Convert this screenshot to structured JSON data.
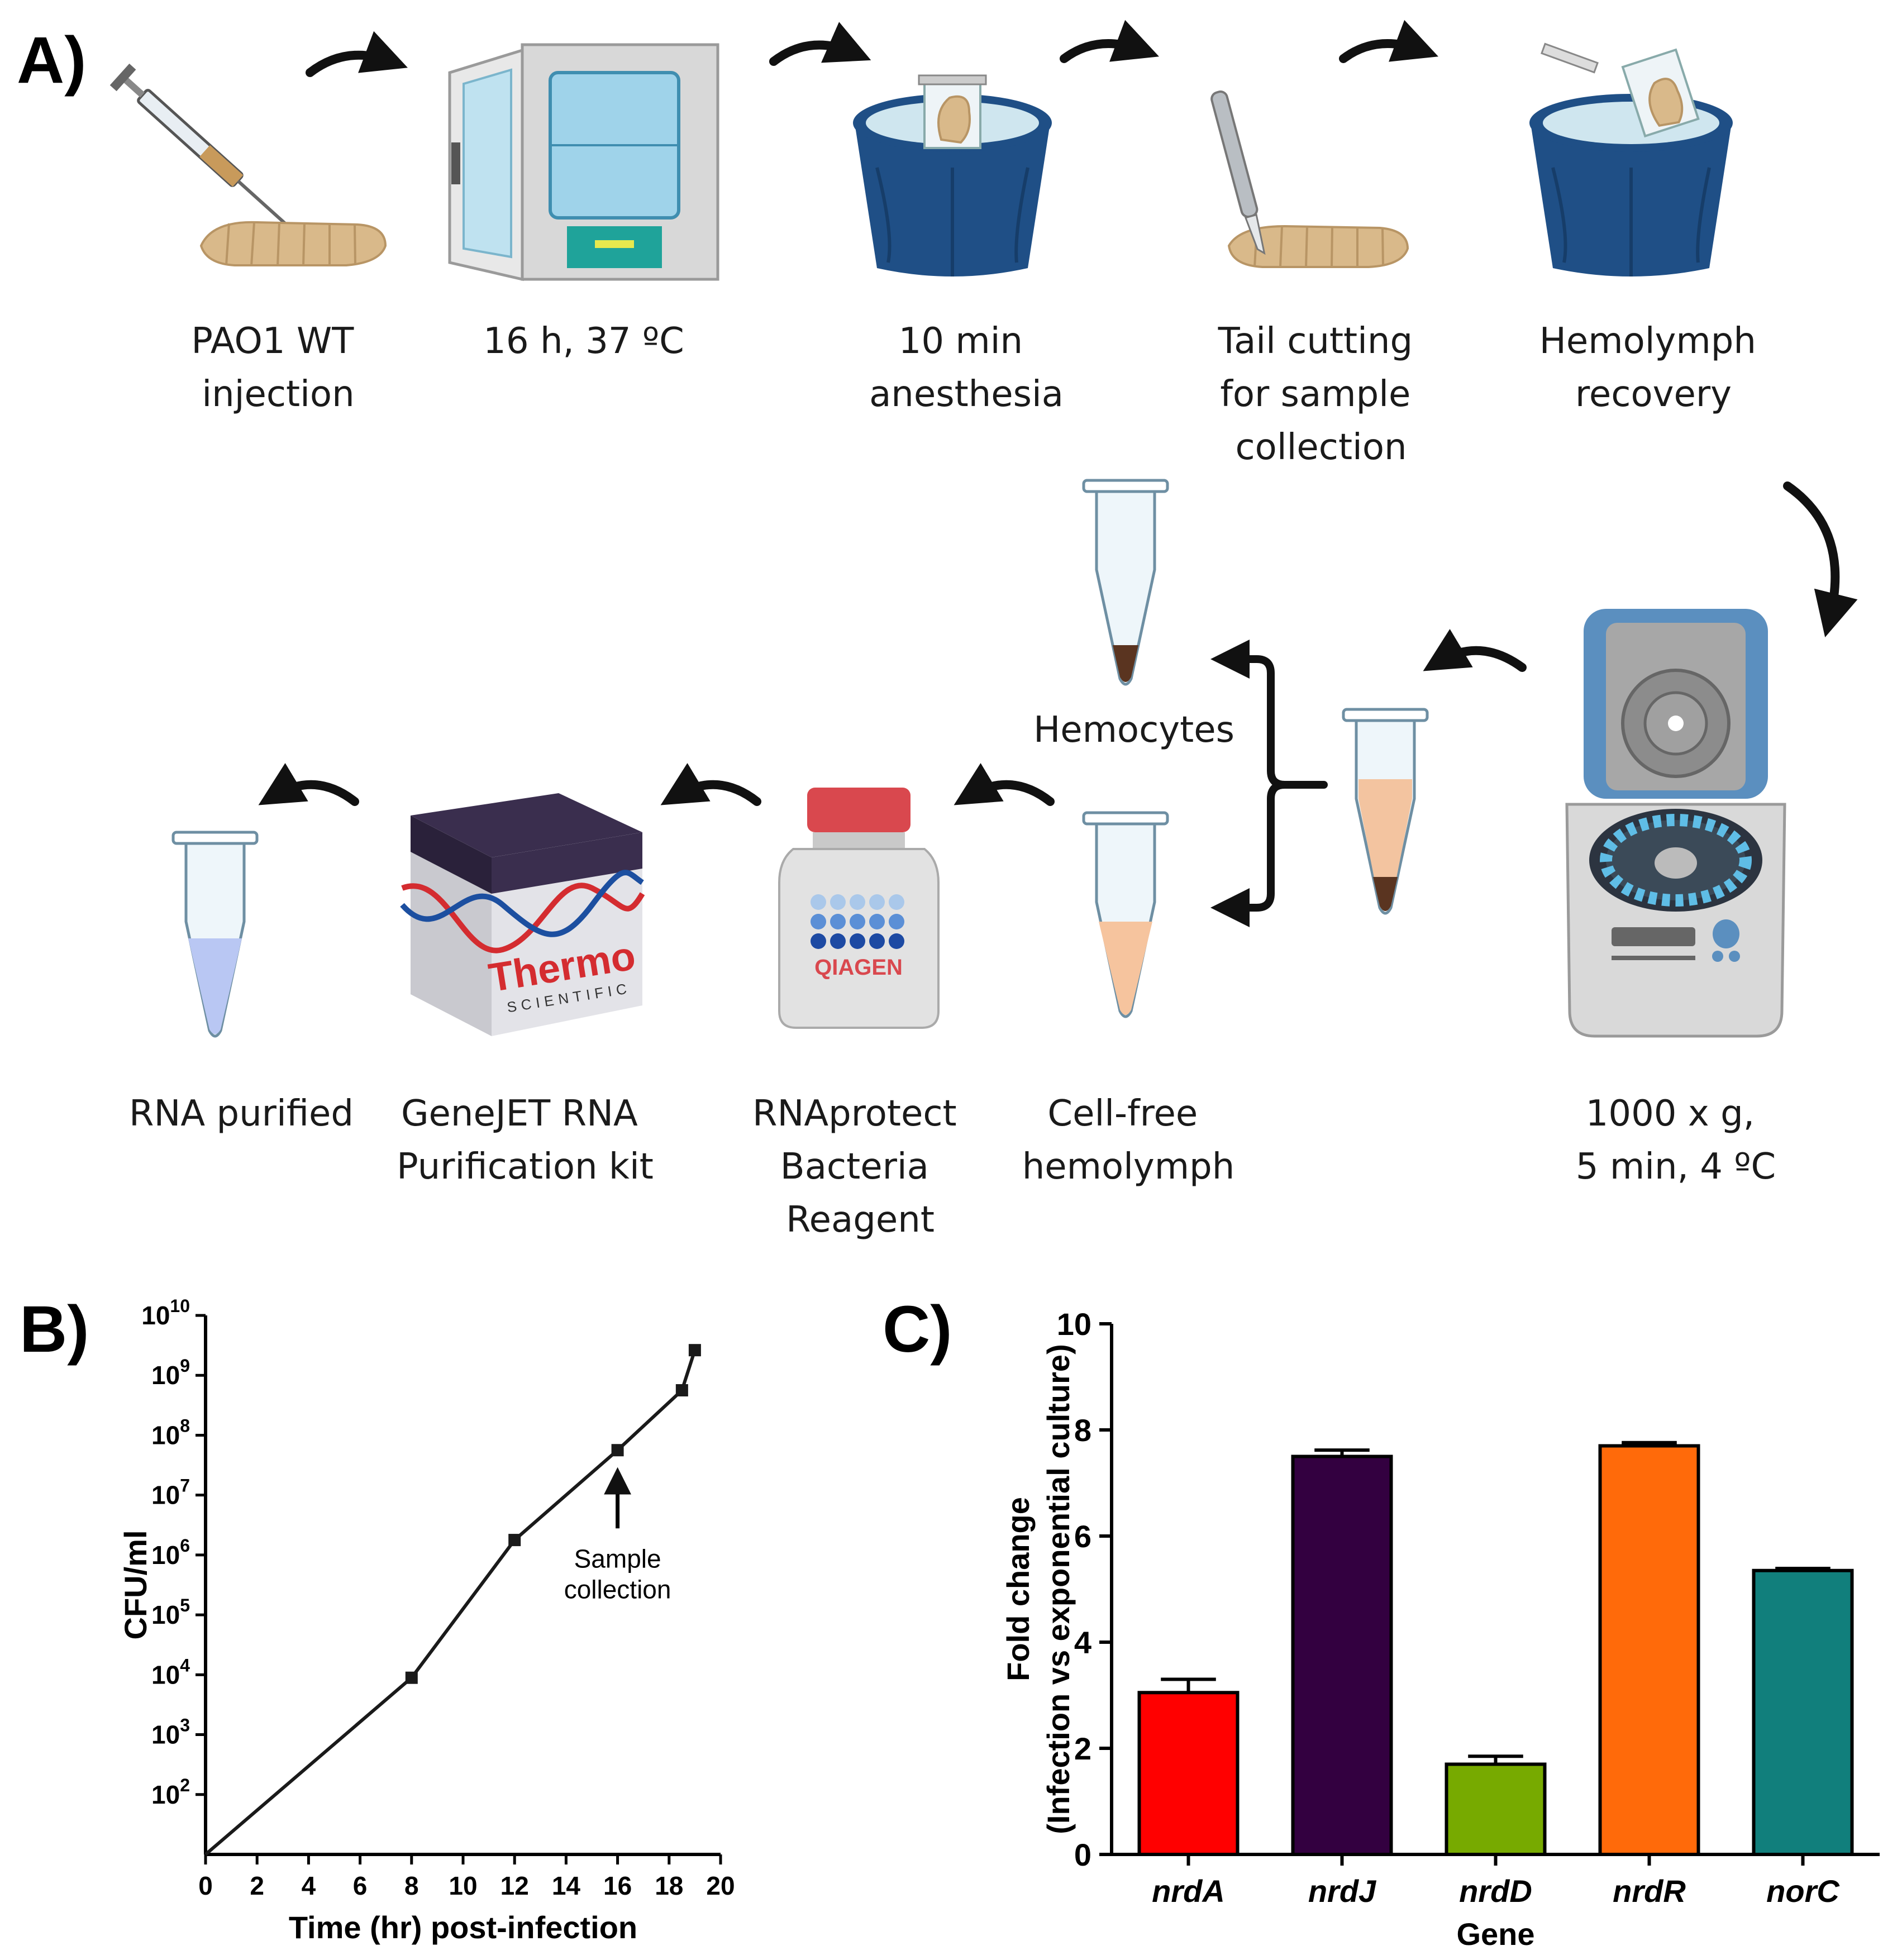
{
  "panels": {
    "a": "A)",
    "b": "B)",
    "c": "C)"
  },
  "steps": {
    "injection": [
      "PAO1 WT",
      "injection"
    ],
    "incubation": [
      "16 h, 37 ºC"
    ],
    "anesthesia": [
      "10 min",
      "anesthesia"
    ],
    "tail": [
      "Tail cutting",
      "for sample",
      "collection"
    ],
    "recovery": [
      "Hemolymph",
      "recovery"
    ],
    "centrifuge": [
      "1000 x g,",
      "5 min, 4 ºC"
    ],
    "hemocytes": [
      "Hemocytes"
    ],
    "cellfree": [
      "Cell-free",
      "hemolymph"
    ],
    "rnaprotect": [
      "RNAprotect",
      "Bacteria",
      "Reagent"
    ],
    "genejet": [
      "GeneJET RNA",
      "Purification kit"
    ],
    "purified": [
      "RNA purified"
    ]
  },
  "brands": {
    "thermo": "Thermo",
    "thermo_sub": "SCIENTIFIC",
    "qiagen": "QIAGEN"
  },
  "colors": {
    "bucket": "#1f4f86",
    "larva": "#d9b98a",
    "teal_panel": "#1fa39a",
    "centrifuge_lid": "#5b8fbf",
    "lysate": "#f3c4a0",
    "pellet": "#5a3420",
    "rna": "#b9c7f3",
    "qiagen_cap": "#d9484e"
  },
  "chart_data": [
    {
      "type": "line",
      "xlabel": "Time (hr) post-infection",
      "ylabel": "CFU/ml",
      "xlim": [
        0,
        20
      ],
      "x_ticks": [
        "0",
        "2",
        "4",
        "6",
        "8",
        "10",
        "12",
        "14",
        "16",
        "18",
        "20"
      ],
      "y_scale": "log",
      "ylim_log10": [
        1,
        10
      ],
      "y_ticks": [
        {
          "base": "10",
          "exp": "2"
        },
        {
          "base": "10",
          "exp": "3"
        },
        {
          "base": "10",
          "exp": "4"
        },
        {
          "base": "10",
          "exp": "5"
        },
        {
          "base": "10",
          "exp": "6"
        },
        {
          "base": "10",
          "exp": "7"
        },
        {
          "base": "10",
          "exp": "8"
        },
        {
          "base": "10",
          "exp": "9"
        },
        {
          "base": "10",
          "exp": "10"
        }
      ],
      "series": [
        {
          "x": [
            0,
            8,
            12,
            16,
            18.5,
            19
          ],
          "log10_y": [
            1.0,
            3.95,
            6.25,
            7.75,
            8.75,
            9.42
          ]
        }
      ],
      "annotation": {
        "x": 16,
        "lines": [
          "Sample",
          "collection"
        ]
      }
    },
    {
      "type": "bar",
      "xlabel": "Gene",
      "ylabel": [
        "Fold change",
        "(Infection vs exponential culture)"
      ],
      "ylim": [
        0,
        10
      ],
      "y_ticks": [
        "0",
        "2",
        "4",
        "6",
        "8",
        "10"
      ],
      "categories": [
        "nrdA",
        "nrdJ",
        "nrdD",
        "nrdR",
        "norC"
      ],
      "values": [
        3.05,
        7.5,
        1.7,
        7.7,
        5.35
      ],
      "errors": [
        0.25,
        0.12,
        0.15,
        0.06,
        0.04
      ],
      "bar_colors": [
        "#ff0000",
        "#330040",
        "#77aa00",
        "#ff6a0a",
        "#117f7c"
      ]
    }
  ]
}
